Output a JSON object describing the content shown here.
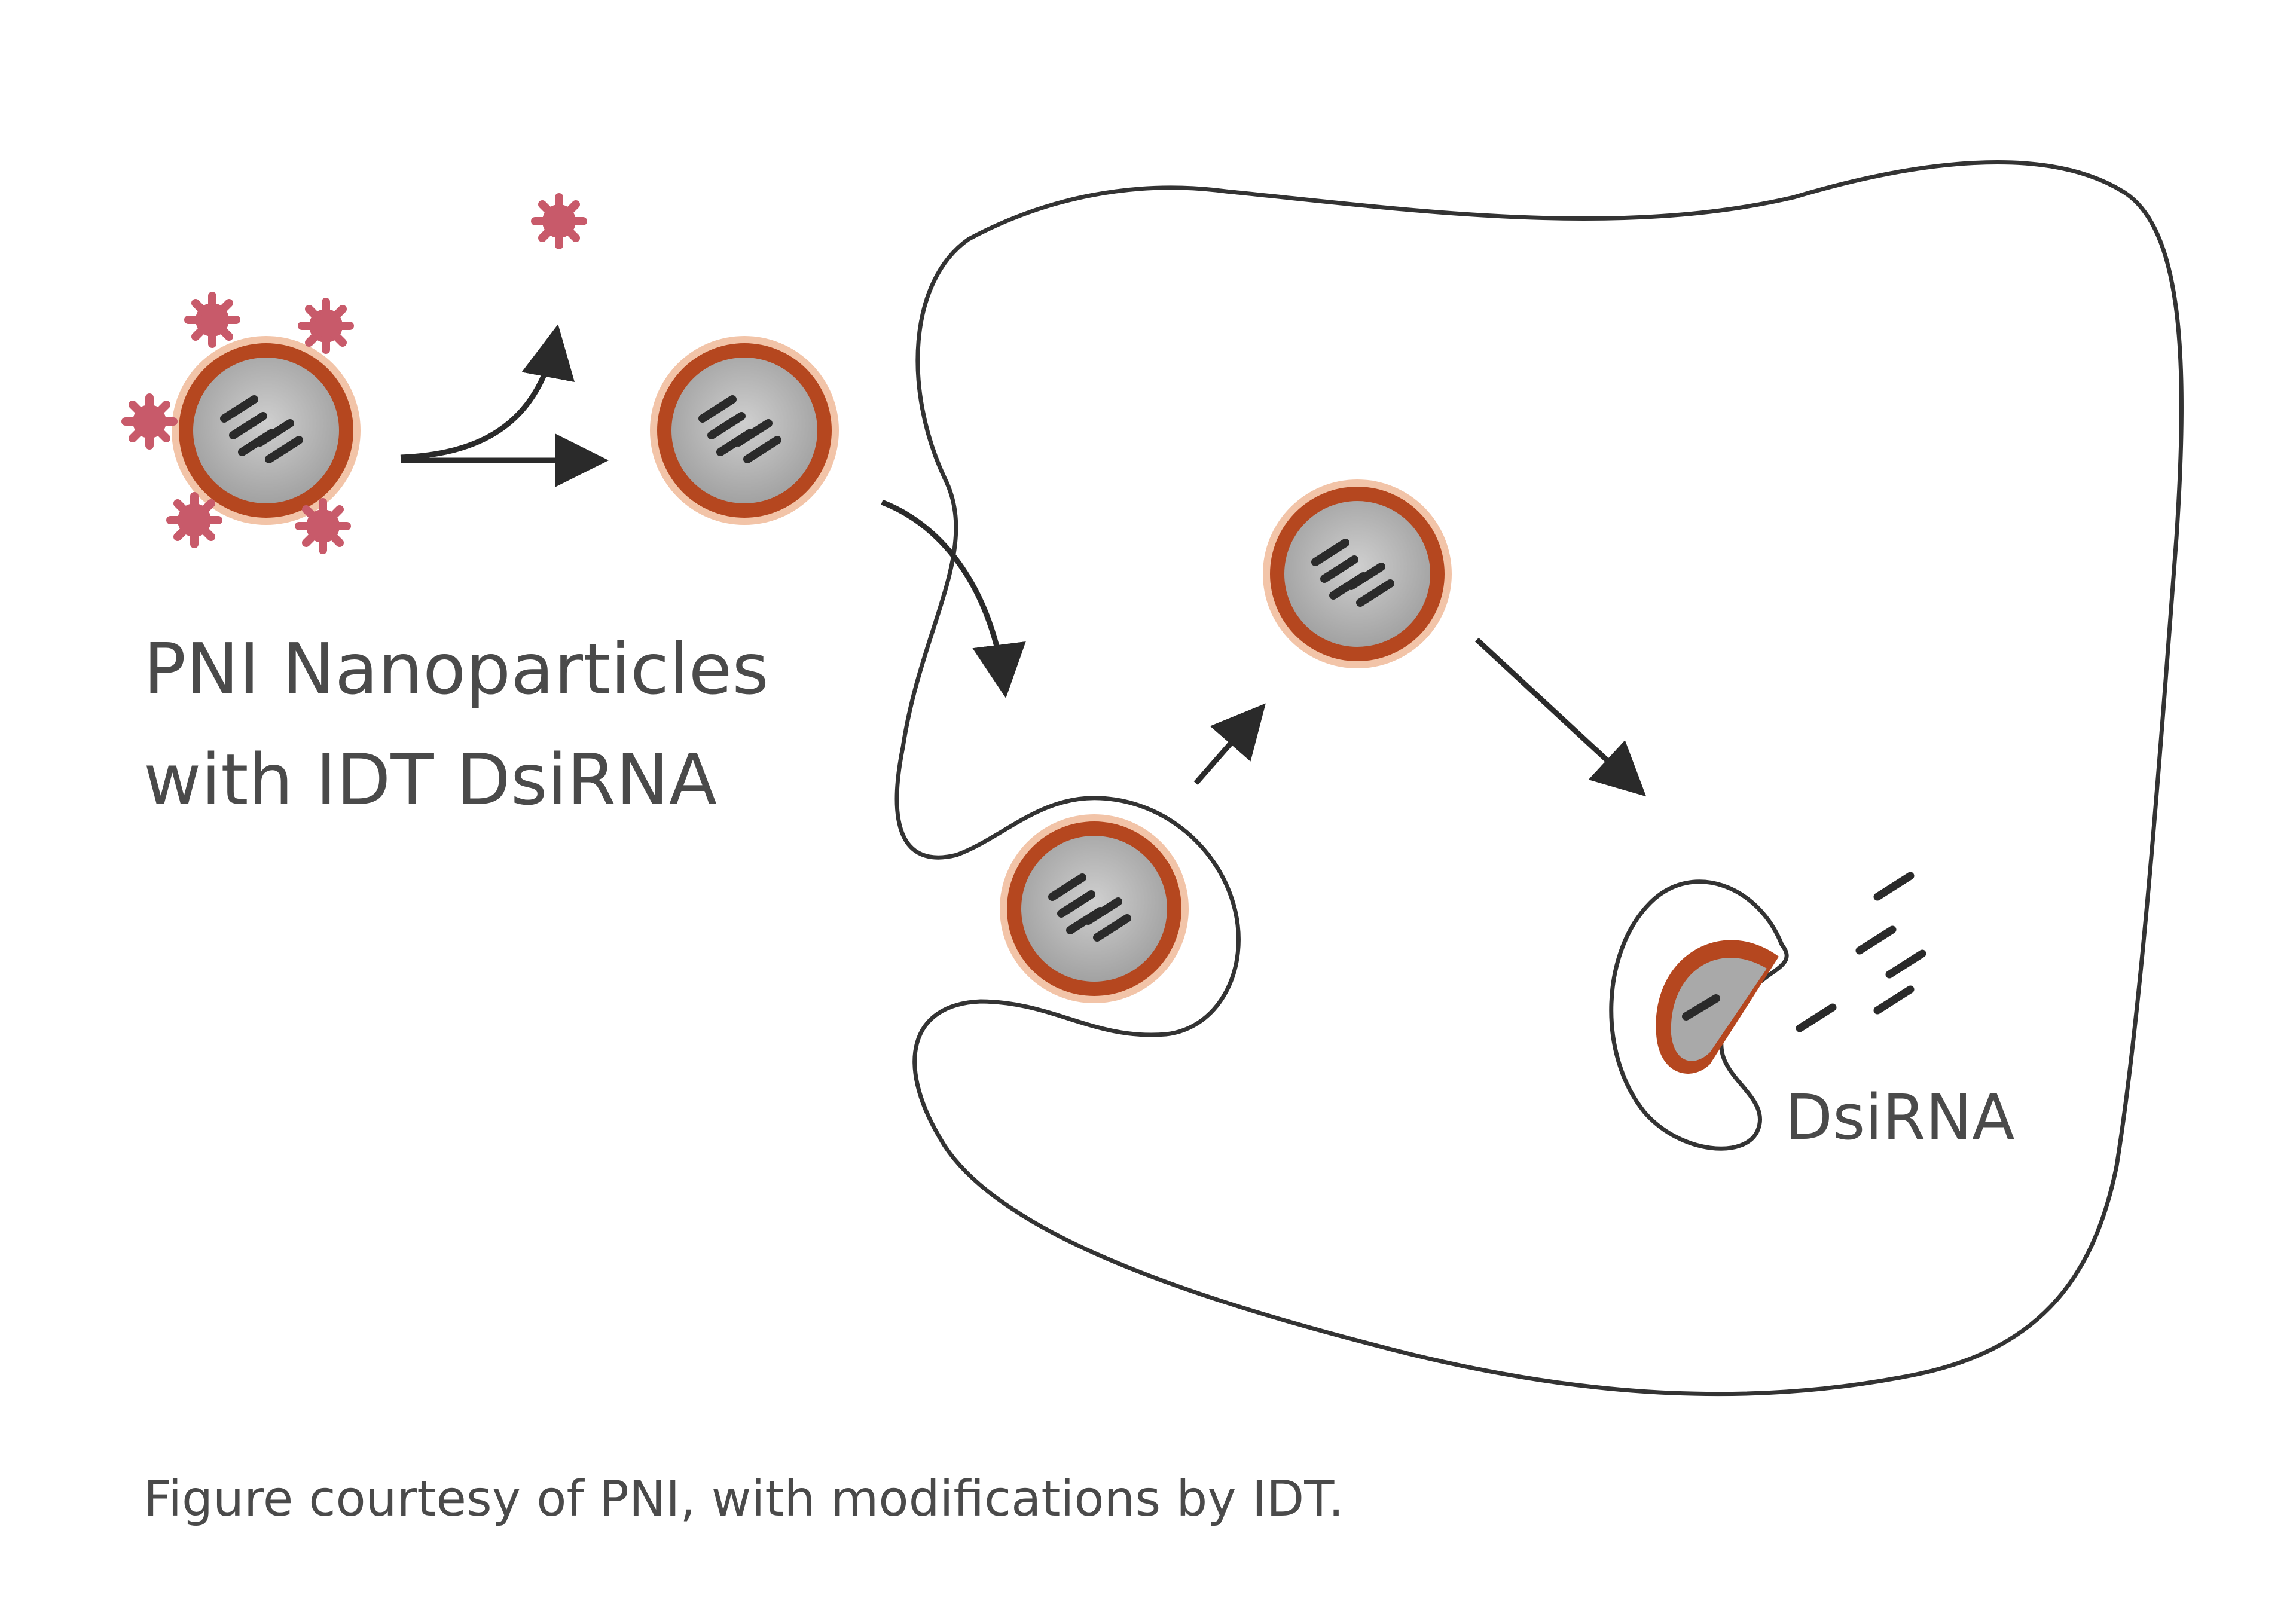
{
  "labels": {
    "particles_line1": "PNI Nanoparticles",
    "particles_line2": "with IDT DsiRNA",
    "dsirna": "DsiRNA",
    "caption": "Figure courtesy of PNI, with modifications by IDT."
  },
  "colors": {
    "shell": "#b5471f",
    "shell_glow": "#e8a27e",
    "core": "#a9a9a9",
    "ligand": "#c85a6a",
    "line": "#3a3a3a",
    "text": "#4a4a4a"
  }
}
